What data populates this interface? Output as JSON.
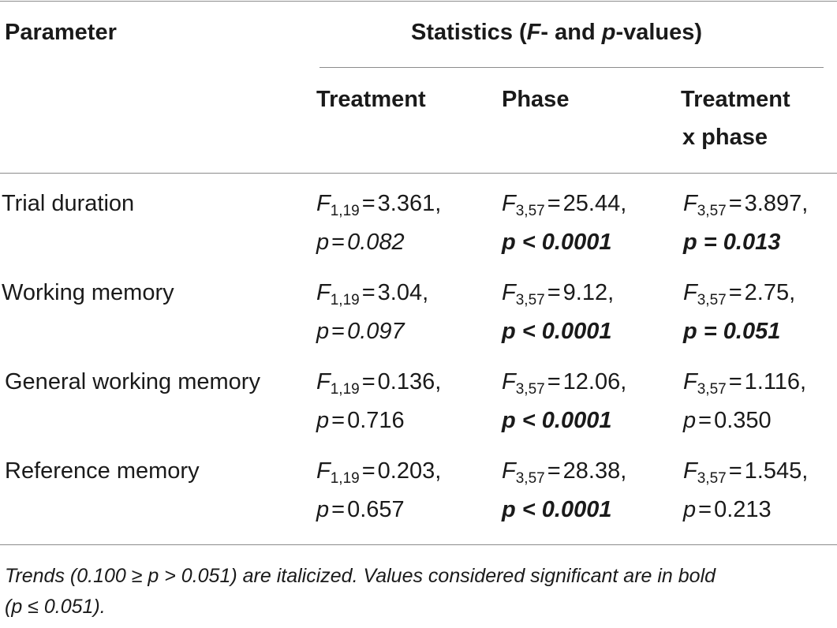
{
  "header": {
    "parameter": "Parameter",
    "stats_prefix": "Statistics (",
    "stats_f": "F",
    "stats_mid": "- and ",
    "stats_p": "p",
    "stats_suffix": "-values)",
    "col_treatment": "Treatment",
    "col_phase": "Phase",
    "col_interaction_1": "Treatment",
    "col_interaction_2": "x phase"
  },
  "rows": [
    {
      "label": "Trial duration",
      "treatment": {
        "df": "1,19",
        "f": "3.361,",
        "p": "0.082",
        "style": "italic"
      },
      "phase": {
        "df": "3,57",
        "f": "25.44,",
        "p_text": "p < 0.0001",
        "style": "bold"
      },
      "interaction": {
        "df": "3,57",
        "f": "3.897,",
        "p_text": "p = 0.013",
        "style": "bold"
      }
    },
    {
      "label": "Working memory",
      "treatment": {
        "df": "1,19",
        "f": "3.04,",
        "p": "0.097",
        "style": "italic"
      },
      "phase": {
        "df": "3,57",
        "f": "9.12,",
        "p_text": "p < 0.0001",
        "style": "bold"
      },
      "interaction": {
        "df": "3,57",
        "f": "2.75,",
        "p_text": "p = 0.051",
        "style": "bold"
      }
    },
    {
      "label": "General working memory",
      "treatment": {
        "df": "1,19",
        "f": "0.136,",
        "p": "0.716",
        "style": "normal"
      },
      "phase": {
        "df": "3,57",
        "f": "12.06,",
        "p_text": "p < 0.0001",
        "style": "bold"
      },
      "interaction": {
        "df": "3,57",
        "f": "1.116,",
        "p": "0.350",
        "style": "normal"
      }
    },
    {
      "label": "Reference memory",
      "treatment": {
        "df": "1,19",
        "f": "0.203,",
        "p": "0.657",
        "style": "normal"
      },
      "phase": {
        "df": "3,57",
        "f": "28.38,",
        "p_text": "p < 0.0001",
        "style": "bold"
      },
      "interaction": {
        "df": "3,57",
        "f": "1.545,",
        "p": "0.213",
        "style": "normal"
      }
    }
  ],
  "symbols": {
    "F": "F",
    "p": "p",
    "eq": "="
  },
  "footnote": {
    "line1": "Trends (0.100 ≥ p > 0.051) are italicized. Values considered significant are in bold",
    "line2": "(p ≤ 0.051)."
  }
}
